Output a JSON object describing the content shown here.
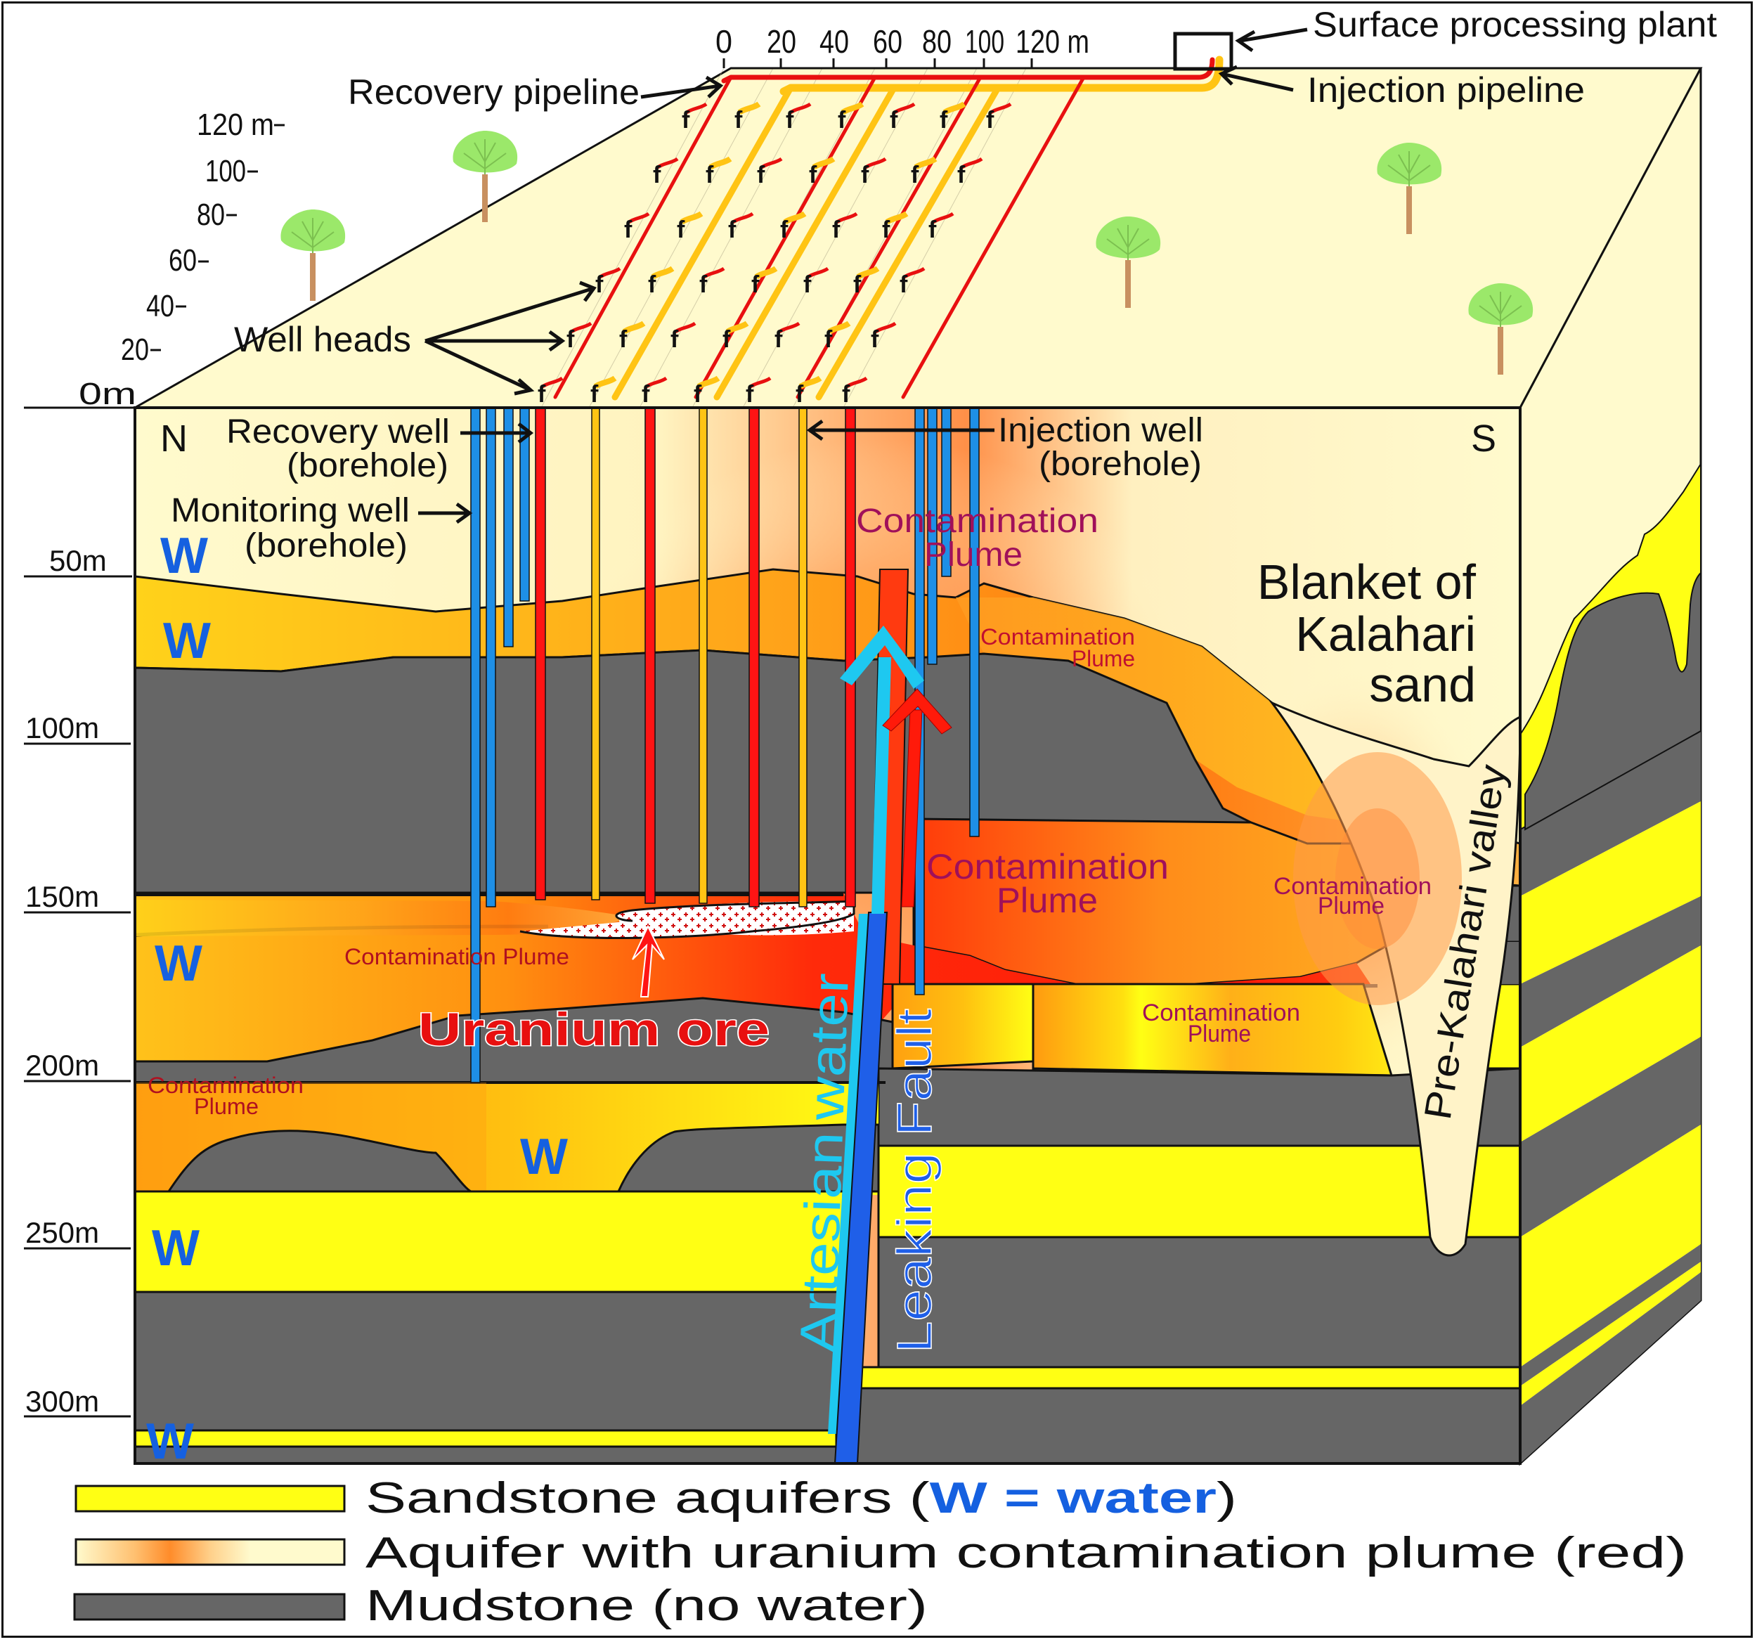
{
  "title": "In-situ leach uranium mining block diagram",
  "colors": {
    "sandstone": "#ffff14",
    "kalahari_sand": "#fffacd",
    "mudstone": "#666666",
    "plume_orange": "#ff8c1a",
    "plume_red": "#ff1a0a",
    "recovery_red": "#e81010",
    "injection_yellow": "#ffc414",
    "monitoring_blue": "#1e8fe6",
    "fault_blue": "#1f5fe8",
    "artesian_cyan": "#1ec8f0",
    "water_w_blue": "#1560e0",
    "plume_label": "#a0105a",
    "tree_green": "#9be86a",
    "tree_trunk": "#c89060"
  },
  "labels": {
    "surface_plant": "Surface processing plant",
    "injection_pipeline": "Injection pipeline",
    "recovery_pipeline": "Recovery pipeline",
    "well_heads": "Well heads",
    "recovery_well_line1": "Recovery well",
    "recovery_well_line2": "(borehole)",
    "monitoring_well_line1": "Monitoring well",
    "monitoring_well_line2": "(borehole)",
    "injection_well_line1": "Injection well",
    "injection_well_line2": "(borehole)",
    "north": "N",
    "south": "S",
    "blanket_line1": "Blanket of",
    "blanket_line2": "Kalahari",
    "blanket_line3": "sand",
    "pre_kalahari_valley": "Pre-Kalahari valley",
    "uranium_ore": "Uranium ore",
    "artesian_word1": "Artesian",
    "artesian_word2": "water",
    "leaking_fault": "Leaking Fault",
    "water_symbol": "W",
    "plume_upper_line1": "Contamination",
    "plume_upper_line2": "Plume",
    "plume_small_line1": "Contamination",
    "plume_small_line2": "Plume",
    "plume_mid_line1": "Contamination",
    "plume_mid_line2": "Plume",
    "plume_valley_line1": "Contamination",
    "plume_valley_line2": "Plume",
    "plume_lower_right_line1": "Contamination",
    "plume_lower_right_line2": "Plume",
    "plume_ore_layer": "Contamination Plume",
    "plume_left_line1": "Contamination",
    "plume_left_line2": "Plume"
  },
  "top_scale": {
    "ticks": [
      "0",
      "20",
      "40",
      "60",
      "80",
      "100",
      "120 m"
    ]
  },
  "side_scale": {
    "ticks": [
      "0m",
      "20",
      "40",
      "60",
      "80",
      "100",
      "120 m"
    ]
  },
  "depth_scale": {
    "ticks": [
      "50m",
      "100m",
      "150m",
      "200m",
      "250m",
      "300m"
    ]
  },
  "legend": [
    {
      "swatch": "sandstone",
      "text_before": "Sandstone aquifers (",
      "text_highlight": "W = water",
      "text_after": ")"
    },
    {
      "swatch": "plume",
      "text": "Aquifer with uranium contamination plume (red)"
    },
    {
      "swatch": "mudstone",
      "text": "Mudstone (no water)"
    }
  ]
}
